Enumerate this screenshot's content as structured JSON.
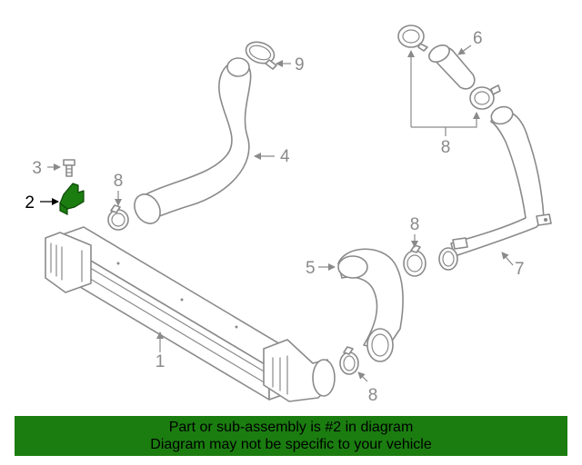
{
  "callouts": {
    "c1": "1",
    "c2": "2",
    "c3": "3",
    "c4": "4",
    "c5": "5",
    "c6": "6",
    "c7": "7",
    "c8_left": "8",
    "c8_right": "8",
    "c8_middle": "8",
    "c8_bottom": "8",
    "c9": "9"
  },
  "highlight_color": "#1b7d10",
  "banner": {
    "line1": "Part or sub-assembly is #2 in diagram",
    "line2": "Diagram may not be specific to your vehicle"
  }
}
